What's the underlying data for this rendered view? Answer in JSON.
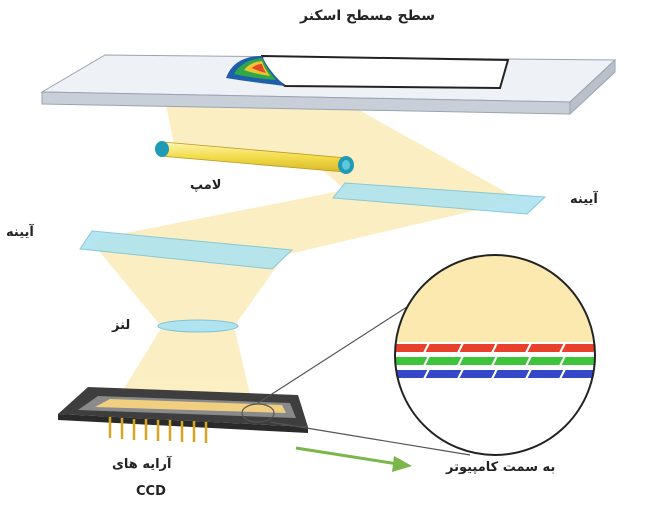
{
  "labels": {
    "scanner_surface": "سطح مسطح اسکنر",
    "lamp": "لامپ",
    "mirror_right": "آیینه",
    "mirror_left": "آیینه",
    "lens": "لنز",
    "ccd_array": "آرایه های",
    "ccd": "CCD",
    "to_computer": "به سمت کامپیوتر"
  },
  "colors": {
    "light_beam": "#fbe9b0",
    "glass": "#d6dbe3",
    "mirror": "#aee3ef",
    "lamp_body": "#f2dc4a",
    "lamp_cap": "#1f9bb6",
    "ccd_body": "#4a4a4a",
    "ccd_pins": "#d9a520",
    "arrow": "#7ab648",
    "stripe_red": "#e8402a",
    "stripe_green": "#3ec43a",
    "stripe_blue": "#3448c8"
  },
  "icons": {
    "ccd_sensor": "ccd-chip-icon",
    "lamp": "lamp-tube-icon",
    "arrow": "arrow-right-icon"
  }
}
